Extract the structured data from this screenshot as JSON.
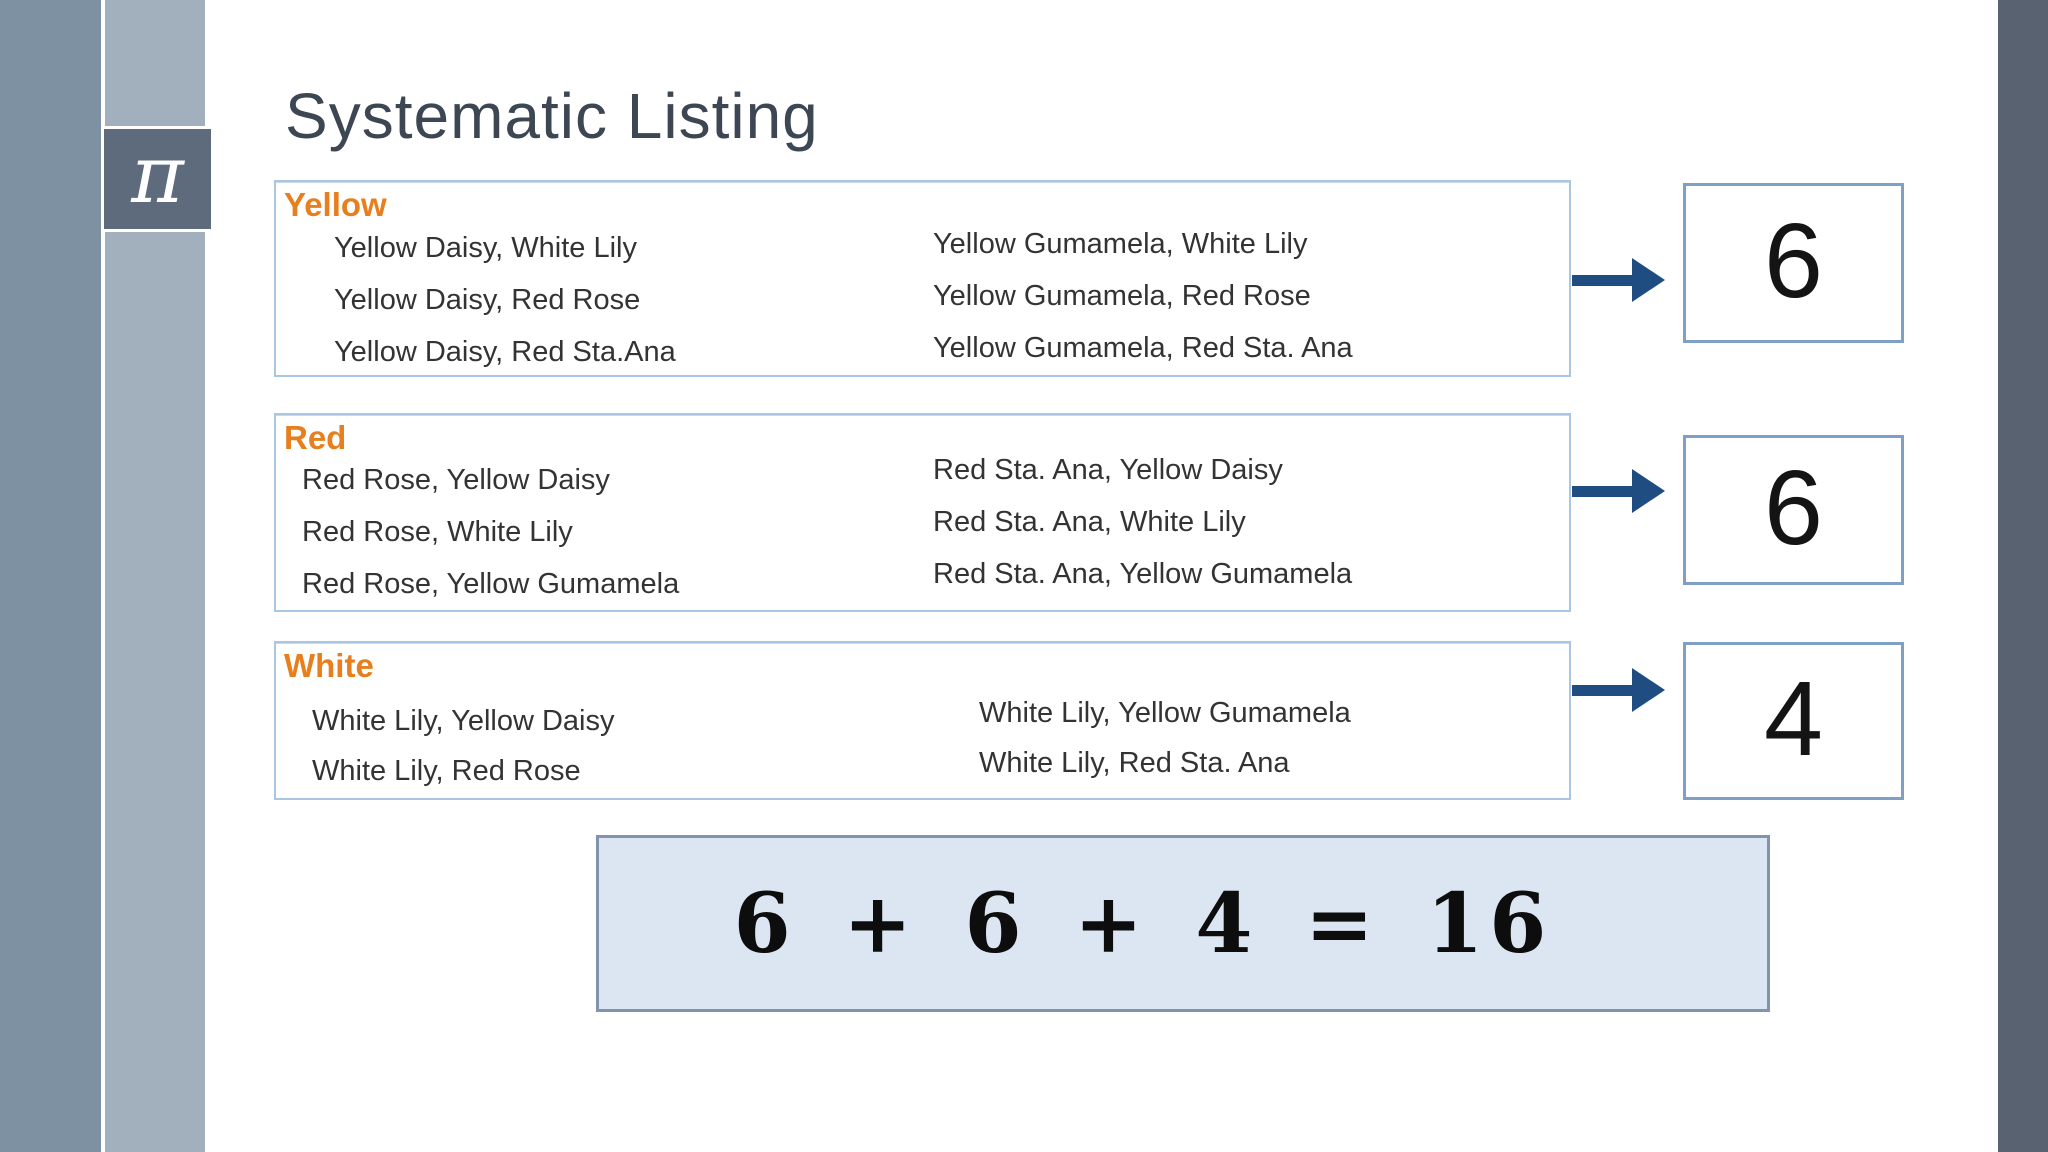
{
  "title": "Systematic Listing",
  "logo": {
    "symbol": "π"
  },
  "groups": [
    {
      "label": "Yellow",
      "col1": [
        "Yellow Daisy, White Lily",
        "Yellow Daisy, Red Rose",
        "Yellow Daisy, Red Sta.Ana"
      ],
      "col2": [
        "Yellow Gumamela, White Lily",
        "Yellow Gumamela, Red Rose",
        "Yellow Gumamela, Red Sta. Ana"
      ],
      "count": "6"
    },
    {
      "label": "Red",
      "col1": [
        "Red Rose, Yellow Daisy",
        "Red Rose, White Lily",
        "Red Rose, Yellow Gumamela"
      ],
      "col2": [
        "Red Sta. Ana, Yellow Daisy",
        "Red Sta. Ana, White Lily",
        "Red Sta. Ana, Yellow Gumamela"
      ],
      "count": "6"
    },
    {
      "label": "White",
      "col1": [
        "White Lily, Yellow Daisy",
        "White Lily, Red Rose"
      ],
      "col2": [
        "White Lily, Yellow Gumamela",
        "White Lily, Red Sta. Ana"
      ],
      "count": "4"
    }
  ],
  "formula": "6 + 6 + 4 = 16",
  "colors": {
    "accent_orange": "#e77f1e",
    "arrow_navy": "#1f4d82",
    "list_box_border": "#a9c7e2",
    "count_box_border": "#7da0c4",
    "formula_fill": "#dce6f2",
    "formula_border": "#8193ad",
    "sidebar_dark_strip": "#7d91a2",
    "sidebar_light_strip": "#a2b0bd",
    "pi_tile": "#5d6b7c",
    "right_strip": "#586270",
    "title_color": "#3d4754"
  }
}
